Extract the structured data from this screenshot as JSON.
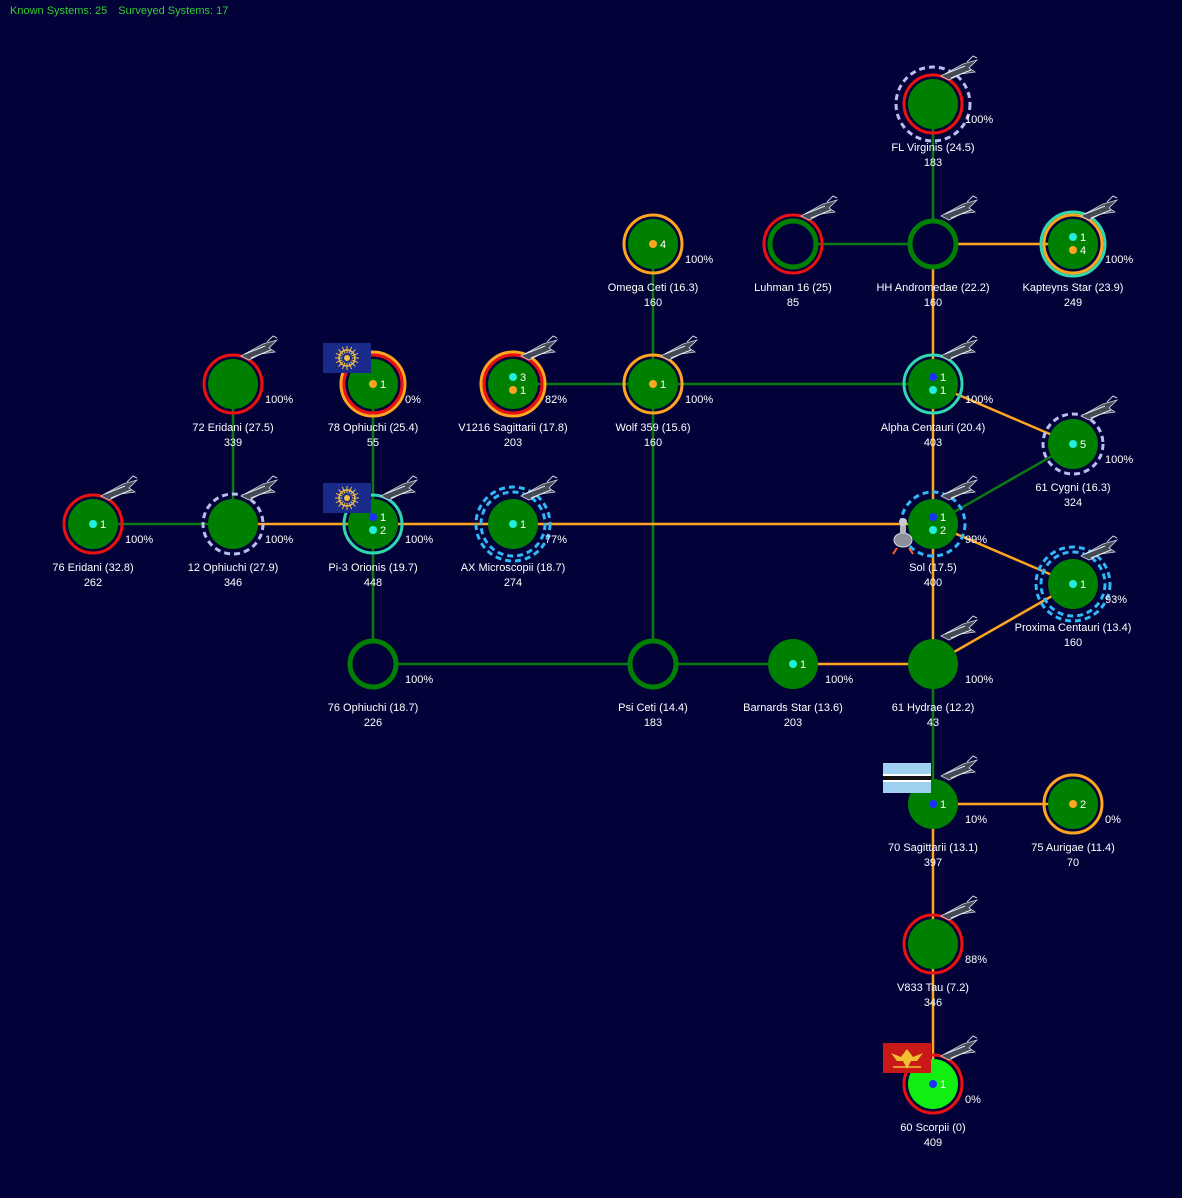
{
  "header": {
    "known_label": "Known Systems: 25",
    "surveyed_label": "Surveyed Systems: 17"
  },
  "colors": {
    "background": "#020238",
    "planet_fill": "#008000",
    "home_fill": "#11ee11",
    "green_link": "#0a7a12",
    "orange_link": "#ffa520",
    "red_ring": "#ee1010",
    "orange_ring": "#ffa520",
    "teal_ring": "#30d8b0",
    "blue_dash": "#30b8f8",
    "white_dash": "#b8c0f0",
    "label_text": "#ffffff",
    "dot_cyan": "#22eedd",
    "dot_orange": "#ffa520",
    "dot_blue": "#1a30ff"
  },
  "systems": [
    {
      "id": "fl-virginis",
      "name": "FL Virginis  (24.5)",
      "pop": "183",
      "pct": "100%",
      "ship": true,
      "rings": [
        "white-dash",
        "red"
      ],
      "center": "filled",
      "dots": []
    },
    {
      "id": "omega-ceti",
      "name": "Omega Ceti  (16.3)",
      "pop": "160",
      "pct": "100%",
      "ship": false,
      "rings": [
        "orange"
      ],
      "center": "filled",
      "dots": [
        {
          "c": "orange",
          "n": "4"
        }
      ]
    },
    {
      "id": "luhman-16",
      "name": "Luhman 16  (25)",
      "pop": "85",
      "pct": "",
      "ship": true,
      "rings": [
        "red"
      ],
      "center": "hollow",
      "dots": []
    },
    {
      "id": "hh-andromedae",
      "name": "HH Andromedae  (22.2)",
      "pop": "160",
      "pct": "",
      "ship": true,
      "rings": [],
      "center": "hollow",
      "dots": []
    },
    {
      "id": "kapteyns-star",
      "name": "Kapteyns Star  (23.9)",
      "pop": "249",
      "pct": "100%",
      "ship": true,
      "rings": [
        "teal",
        "orange"
      ],
      "center": "filled",
      "dots": [
        {
          "c": "cyan",
          "n": "1"
        },
        {
          "c": "orange",
          "n": "4"
        }
      ]
    },
    {
      "id": "72-eridani",
      "name": "72 Eridani  (27.5)",
      "pop": "339",
      "pct": "100%",
      "ship": true,
      "rings": [
        "red"
      ],
      "center": "filled",
      "dots": []
    },
    {
      "id": "78-ophiuchi",
      "name": "78 Ophiuchi  (25.4)",
      "pop": "55",
      "pct": "0%",
      "ship": false,
      "flag": "blue-sun",
      "rings": [
        "orange",
        "red"
      ],
      "center": "filled",
      "dots": [
        {
          "c": "orange",
          "n": "1"
        }
      ]
    },
    {
      "id": "v1216-sagittarii",
      "name": "V1216 Sagittarii  (17.8)",
      "pop": "203",
      "pct": "82%",
      "ship": true,
      "rings": [
        "orange",
        "red"
      ],
      "center": "filled",
      "dots": [
        {
          "c": "cyan",
          "n": "3"
        },
        {
          "c": "orange",
          "n": "1"
        }
      ]
    },
    {
      "id": "wolf-359",
      "name": "Wolf 359  (15.6)",
      "pop": "160",
      "pct": "100%",
      "ship": true,
      "rings": [
        "orange"
      ],
      "center": "filled",
      "dots": [
        {
          "c": "orange",
          "n": "1"
        }
      ]
    },
    {
      "id": "alpha-centauri",
      "name": "Alpha Centauri  (20.4)",
      "pop": "403",
      "pct": "100%",
      "ship": true,
      "rings": [
        "teal"
      ],
      "center": "filled",
      "dots": [
        {
          "c": "blue",
          "n": "1"
        },
        {
          "c": "cyan",
          "n": "1"
        }
      ]
    },
    {
      "id": "61-cygni",
      "name": "61 Cygni  (16.3)",
      "pop": "324",
      "pct": "100%",
      "ship": true,
      "rings": [
        "white-dash"
      ],
      "center": "filled",
      "dots": [
        {
          "c": "cyan",
          "n": "5"
        }
      ]
    },
    {
      "id": "76-eridani",
      "name": "76 Eridani  (32.8)",
      "pop": "262",
      "pct": "100%",
      "ship": true,
      "rings": [
        "red"
      ],
      "center": "filled",
      "dots": [
        {
          "c": "cyan",
          "n": "1"
        }
      ]
    },
    {
      "id": "12-ophiuchi",
      "name": "12 Ophiuchi  (27.9)",
      "pop": "346",
      "pct": "100%",
      "ship": true,
      "rings": [
        "white-dash"
      ],
      "center": "filled",
      "dots": []
    },
    {
      "id": "pi-3-orionis",
      "name": "Pi-3 Orionis  (19.7)",
      "pop": "448",
      "pct": "100%",
      "ship": true,
      "flag": "blue-sun",
      "rings": [
        "teal"
      ],
      "center": "filled",
      "dots": [
        {
          "c": "blue",
          "n": "1"
        },
        {
          "c": "cyan",
          "n": "2"
        }
      ]
    },
    {
      "id": "ax-microscopii",
      "name": "AX Microscopii  (18.7)",
      "pop": "274",
      "pct": "77%",
      "ship": true,
      "rings": [
        "blue-dash",
        "blue-dash2"
      ],
      "center": "filled",
      "dots": [
        {
          "c": "cyan",
          "n": "1"
        }
      ]
    },
    {
      "id": "sol",
      "name": "Sol  (17.5)",
      "pop": "400",
      "pct": "99%",
      "ship": true,
      "station": true,
      "rings": [
        "blue-dash"
      ],
      "center": "filled",
      "dots": [
        {
          "c": "blue",
          "n": "1"
        },
        {
          "c": "cyan",
          "n": "2"
        }
      ]
    },
    {
      "id": "proxima-centauri",
      "name": "Proxima Centauri  (13.4)",
      "pop": "160",
      "pct": "93%",
      "ship": true,
      "rings": [
        "blue-dash",
        "blue-dash2"
      ],
      "center": "filled",
      "dots": [
        {
          "c": "cyan",
          "n": "1"
        }
      ]
    },
    {
      "id": "76-ophiuchi",
      "name": "76 Ophiuchi  (18.7)",
      "pop": "226",
      "pct": "100%",
      "ship": false,
      "rings": [],
      "center": "hollow",
      "dots": []
    },
    {
      "id": "psi-ceti",
      "name": "Psi Ceti  (14.4)",
      "pop": "183",
      "pct": "",
      "ship": false,
      "rings": [],
      "center": "hollow",
      "dots": []
    },
    {
      "id": "barnards-star",
      "name": "Barnards Star  (13.6)",
      "pop": "203",
      "pct": "100%",
      "ship": false,
      "rings": [],
      "center": "filled",
      "dots": [
        {
          "c": "cyan",
          "n": "1"
        }
      ]
    },
    {
      "id": "61-hydrae",
      "name": "61 Hydrae  (12.2)",
      "pop": "43",
      "pct": "100%",
      "ship": true,
      "rings": [],
      "center": "filled",
      "dots": []
    },
    {
      "id": "70-sagittarii",
      "name": "70 Sagittarii  (13.1)",
      "pop": "397",
      "pct": "10%",
      "ship": true,
      "flag": "stripes",
      "rings": [],
      "center": "filled",
      "dots": [
        {
          "c": "blue",
          "n": "1"
        }
      ]
    },
    {
      "id": "75-aurigae",
      "name": "75 Aurigae  (11.4)",
      "pop": "70",
      "pct": "0%",
      "ship": false,
      "rings": [
        "orange"
      ],
      "center": "filled",
      "dots": [
        {
          "c": "orange",
          "n": "2"
        }
      ]
    },
    {
      "id": "v833-tau",
      "name": "V833 Tau  (7.2)",
      "pop": "346",
      "pct": "88%",
      "ship": true,
      "rings": [
        "red"
      ],
      "center": "filled",
      "dots": []
    },
    {
      "id": "60-scorpii",
      "name": "60 Scorpii  (0)",
      "pop": "409",
      "pct": "0%",
      "ship": true,
      "flag": "eagle",
      "home": true,
      "rings": [
        "red"
      ],
      "center": "filled",
      "dots": [
        {
          "c": "blue",
          "n": "1"
        }
      ]
    }
  ],
  "links": [
    {
      "a": "fl-virginis",
      "b": "hh-andromedae",
      "color": "green"
    },
    {
      "a": "luhman-16",
      "b": "hh-andromedae",
      "color": "green"
    },
    {
      "a": "hh-andromedae",
      "b": "kapteyns-star",
      "color": "orange"
    },
    {
      "a": "hh-andromedae",
      "b": "alpha-centauri",
      "color": "orange"
    },
    {
      "a": "omega-ceti",
      "b": "wolf-359",
      "color": "green"
    },
    {
      "a": "v1216-sagittarii",
      "b": "wolf-359",
      "color": "green"
    },
    {
      "a": "wolf-359",
      "b": "alpha-centauri",
      "color": "green"
    },
    {
      "a": "wolf-359",
      "b": "psi-ceti",
      "color": "green"
    },
    {
      "a": "alpha-centauri",
      "b": "61-cygni",
      "color": "orange"
    },
    {
      "a": "alpha-centauri",
      "b": "sol",
      "color": "orange"
    },
    {
      "a": "61-cygni",
      "b": "sol",
      "color": "green"
    },
    {
      "a": "72-eridani",
      "b": "12-ophiuchi",
      "color": "green"
    },
    {
      "a": "78-ophiuchi",
      "b": "pi-3-orionis",
      "color": "green"
    },
    {
      "a": "76-eridani",
      "b": "12-ophiuchi",
      "color": "green"
    },
    {
      "a": "12-ophiuchi",
      "b": "pi-3-orionis",
      "color": "orange"
    },
    {
      "a": "pi-3-orionis",
      "b": "ax-microscopii",
      "color": "orange"
    },
    {
      "a": "ax-microscopii",
      "b": "sol",
      "color": "orange"
    },
    {
      "a": "pi-3-orionis",
      "b": "76-ophiuchi",
      "color": "green"
    },
    {
      "a": "sol",
      "b": "proxima-centauri",
      "color": "orange"
    },
    {
      "a": "sol",
      "b": "61-hydrae",
      "color": "orange"
    },
    {
      "a": "proxima-centauri",
      "b": "61-hydrae",
      "color": "orange"
    },
    {
      "a": "76-ophiuchi",
      "b": "psi-ceti",
      "color": "green"
    },
    {
      "a": "psi-ceti",
      "b": "barnards-star",
      "color": "green"
    },
    {
      "a": "barnards-star",
      "b": "61-hydrae",
      "color": "orange"
    },
    {
      "a": "61-hydrae",
      "b": "70-sagittarii",
      "color": "green"
    },
    {
      "a": "70-sagittarii",
      "b": "75-aurigae",
      "color": "orange"
    },
    {
      "a": "70-sagittarii",
      "b": "v833-tau",
      "color": "orange"
    },
    {
      "a": "v833-tau",
      "b": "60-scorpii",
      "color": "orange"
    }
  ]
}
